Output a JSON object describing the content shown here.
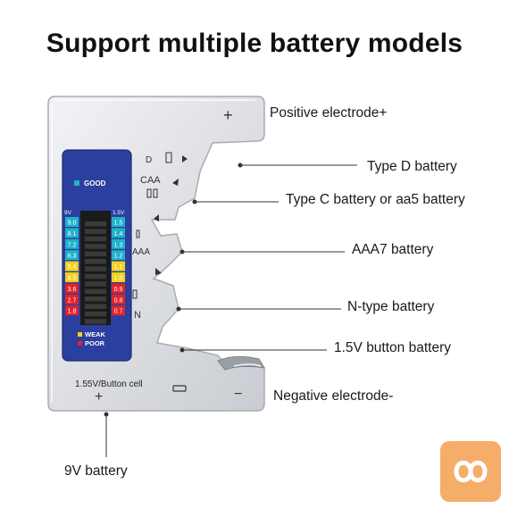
{
  "title": "Support multiple battery models",
  "callouts": {
    "positive": "Positive electrode+",
    "type_d": "Type D battery",
    "type_c": "Type C battery or aa5 battery",
    "aaa7": "AAA7 battery",
    "n_type": "N-type battery",
    "button": "1.5V button battery",
    "negative": "Negative electrode-",
    "nine_v": "9V battery"
  },
  "device": {
    "plus_top": "+",
    "plus_bottom": "+",
    "minus_bottom": "−",
    "slot_d": "D",
    "slot_caa": "CAA",
    "slot_aaa": "AAA",
    "slot_n": "N",
    "bottom_label": "1.55V/Button cell",
    "legend_good": "GOOD",
    "legend_weak": "WEAK",
    "legend_poor": "POOR",
    "scale_9v_header": "9V",
    "scale_15v_header": "1.5V",
    "scale_9v": [
      "9.0",
      "8.1",
      "7.2",
      "6.3",
      "5.4",
      "4.5",
      "3.6",
      "2.7",
      "1.8"
    ],
    "scale_15v": [
      "1.5",
      "1.4",
      "1.3",
      "1.2",
      "1.1",
      "1.0",
      "0.9",
      "0.8",
      "0.7"
    ]
  },
  "colors": {
    "good": "#1fb3c9",
    "weak": "#f2d21c",
    "poor": "#e2232b",
    "panel": "#2b3f9e",
    "logo": "#f5ad6a"
  },
  "logo_icon": "infinity-icon"
}
